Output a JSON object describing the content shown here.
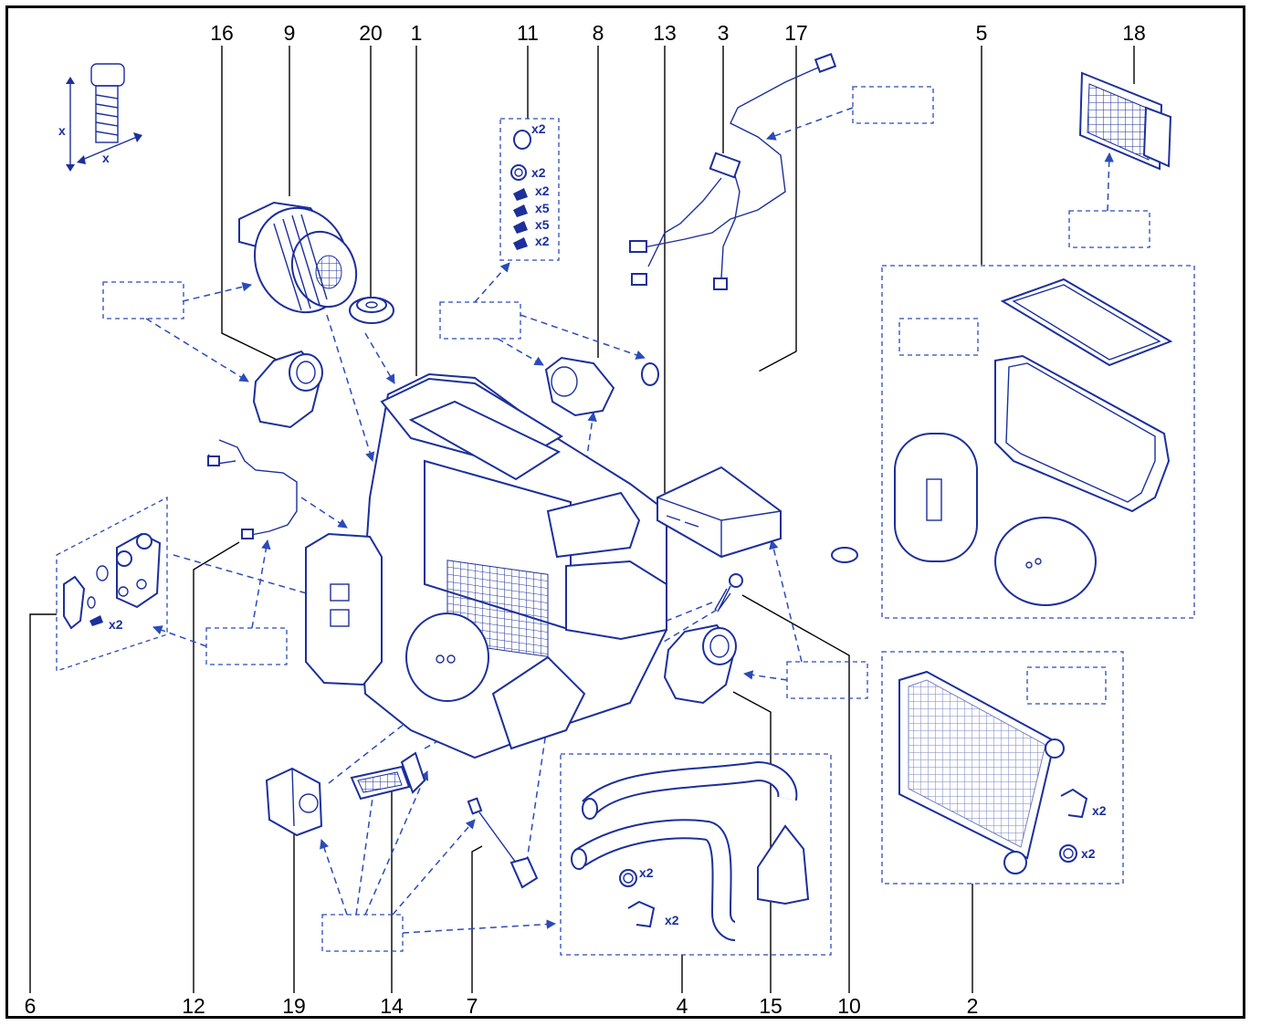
{
  "diagram": {
    "accent": "#1c2f9b",
    "callouts": {
      "top": [
        "16",
        "9",
        "20",
        "1",
        "11",
        "8",
        "13",
        "3",
        "17",
        "5",
        "18"
      ],
      "bottom": [
        "6",
        "12",
        "19",
        "14",
        "7",
        "4",
        "15",
        "10",
        "2"
      ]
    },
    "quantity_notes": {
      "kit11": [
        "x2",
        "x2",
        "x2",
        "x5",
        "x5",
        "x2"
      ],
      "valve_kit": "x2",
      "pipes_seal": "x2",
      "pipes_clip": "x2",
      "heater_clip": "x2",
      "heater_seal": "x2"
    },
    "dimension_symbol": {
      "vertical": "x",
      "horizontal": "x"
    },
    "icons": [
      "bolt-dimension-icon",
      "blower-motor-icon",
      "actuator-icon",
      "grommet-icon",
      "hvac-unit-icon",
      "wiring-harness-icon",
      "control-module-icon",
      "drain-hose-icon",
      "filter-seal-kit-icon",
      "cabin-filter-icon",
      "expansion-valve-icon",
      "resistor-icon",
      "sensor-icon",
      "heater-pipes-icon",
      "heater-core-icon",
      "screw-icon"
    ]
  }
}
